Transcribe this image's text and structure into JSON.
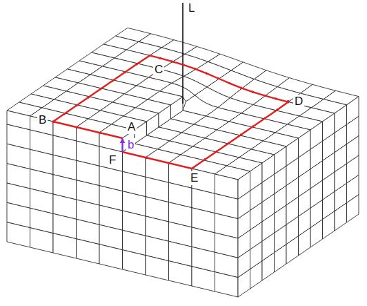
{
  "diagram": {
    "labels": [
      "L",
      "C",
      "D",
      "B",
      "A",
      "b",
      "F",
      "E"
    ]
  }
}
